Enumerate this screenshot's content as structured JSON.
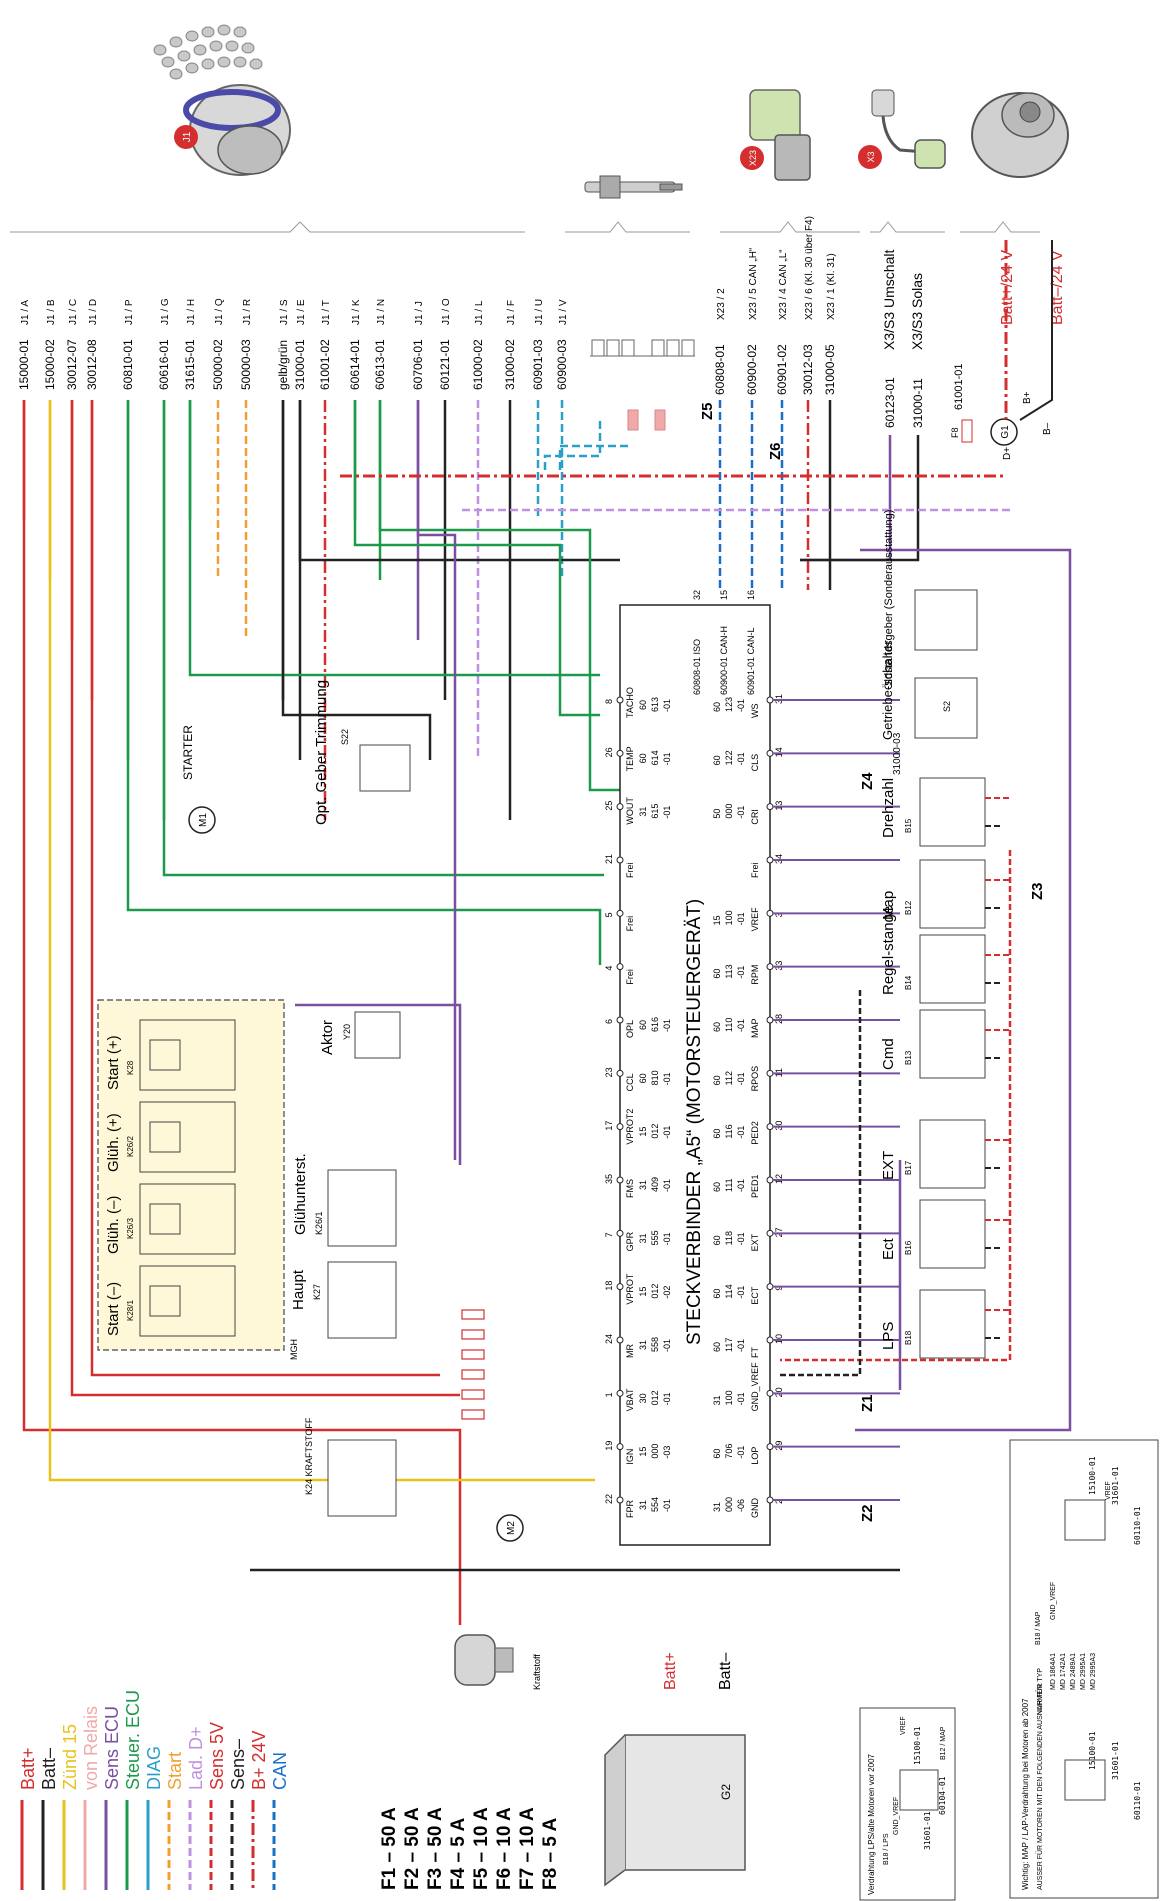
{
  "colors": {
    "batt_plus": "#d42e2e",
    "batt_minus": "#222222",
    "zund15": "#e8c21a",
    "von_relais": "#f0a8a8",
    "sens_ecu": "#7a4fa0",
    "steuer_ecu": "#1c9a4c",
    "diag": "#2aa0c8",
    "start": "#f0a030",
    "lad_d": "#c090e0",
    "sens5v": "#d42e2e",
    "sens_minus": "#222222",
    "b24": "#d42e2e",
    "can": "#1a70c8"
  },
  "legend": [
    {
      "label": "Batt+",
      "color": "batt_plus",
      "dash": "solid"
    },
    {
      "label": "Batt–",
      "color": "batt_minus",
      "dash": "solid"
    },
    {
      "label": "Zünd 15",
      "color": "zund15",
      "dash": "solid"
    },
    {
      "label": "von Relais",
      "color": "von_relais",
      "dash": "solid"
    },
    {
      "label": "Sens ECU",
      "color": "sens_ecu",
      "dash": "solid"
    },
    {
      "label": "Steuer. ECU",
      "color": "steuer_ecu",
      "dash": "solid"
    },
    {
      "label": "DIAG",
      "color": "diag",
      "dash": "solid"
    },
    {
      "label": "Start",
      "color": "start",
      "dash": "dash"
    },
    {
      "label": "Lad. D+",
      "color": "lad_d",
      "dash": "dash"
    },
    {
      "label": "Sens 5V",
      "color": "sens5v",
      "dash": "dash"
    },
    {
      "label": "Sens–",
      "color": "sens_minus",
      "dash": "dash"
    },
    {
      "label": "B+ 24V",
      "color": "b24",
      "dash": "dashdot"
    },
    {
      "label": "CAN",
      "color": "can",
      "dash": "dash"
    }
  ],
  "fuses": [
    "F1 – 50 A",
    "F2 – 50 A",
    "F3 – 50 A",
    "F4 – 5 A",
    "F5 – 10 A",
    "F6 – 10 A",
    "F7 – 10 A",
    "F8 – 5 A"
  ],
  "wires": [
    {
      "code": "15000-01",
      "pin": "J1 / A",
      "color": "batt_plus"
    },
    {
      "code": "15000-02",
      "pin": "J1 / B",
      "color": "zund15"
    },
    {
      "code": "30012-07",
      "pin": "J1 / C",
      "color": "batt_plus"
    },
    {
      "code": "30012-08",
      "pin": "J1 / D",
      "color": "batt_plus"
    },
    {
      "code": "60810-01",
      "pin": "J1 / P",
      "color": "steuer_ecu"
    },
    {
      "code": "60616-01",
      "pin": "J1 / G",
      "color": "steuer_ecu"
    },
    {
      "code": "31615-01",
      "pin": "J1 / H",
      "color": "steuer_ecu"
    },
    {
      "code": "50000-02",
      "pin": "J1 / Q",
      "color": "start"
    },
    {
      "code": "50000-03",
      "pin": "J1 / R",
      "color": "start"
    },
    {
      "code": "gelb/grün",
      "pin": "J1 / S",
      "color": "batt_minus"
    },
    {
      "code": "31000-01",
      "pin": "J1 / E",
      "color": "batt_minus"
    },
    {
      "code": "61001-02",
      "pin": "J1 / T",
      "color": "b24"
    },
    {
      "code": "60614-01",
      "pin": "J1 / K",
      "color": "steuer_ecu"
    },
    {
      "code": "60613-01",
      "pin": "J1 / N",
      "color": "steuer_ecu"
    },
    {
      "code": "60706-01",
      "pin": "J1 / J",
      "color": "sens_ecu"
    },
    {
      "code": "60121-01",
      "pin": "J1 / O",
      "color": "batt_minus"
    },
    {
      "code": "61000-02",
      "pin": "J1 / L",
      "color": "lad_d"
    },
    {
      "code": "31000-02",
      "pin": "J1 / F",
      "color": "batt_minus"
    },
    {
      "code": "60901-03",
      "pin": "J1 / U",
      "color": "diag"
    },
    {
      "code": "60900-03",
      "pin": "J1 / V",
      "color": "diag"
    }
  ],
  "x23": [
    {
      "code": "60808-01",
      "pin": "X23 / 2",
      "color": "can"
    },
    {
      "code": "60900-02",
      "pin": "X23 / 5 CAN „H“",
      "color": "can"
    },
    {
      "code": "60901-02",
      "pin": "X23 / 4 CAN „L“",
      "color": "can"
    },
    {
      "code": "30012-03",
      "pin": "X23 / 6 (Kl. 30 über F4)",
      "color": "b24"
    },
    {
      "code": "31000-05",
      "pin": "X23 / 1 (Kl. 31)",
      "color": "batt_minus"
    }
  ],
  "x3": [
    {
      "code": "60123-01",
      "pin": "X3/S3 Umschalt",
      "color": "sens_ecu"
    },
    {
      "code": "31000-11",
      "pin": "X3/S3 Solas",
      "color": "batt_minus"
    }
  ],
  "gen": {
    "code": "61001-01",
    "plus": "Batt+/24 V",
    "minus": "Batt–/24 V",
    "fuse": "F8",
    "g1": "G1",
    "dplus": "D+",
    "bplus": "B+",
    "bminus": "B–"
  },
  "components": {
    "j1": "J1",
    "x23": "X23",
    "x3": "X3",
    "starter": "STARTER",
    "m1": "M1",
    "m2": "M2",
    "g2": "G2",
    "kraftstoff": "Kraftstoff",
    "geber": "Opt. Geber Trimmung",
    "geber_id": "S22",
    "aktor": "Aktor",
    "aktor_id": "Y20",
    "k24": "K24 KRAFTSTOFF",
    "k27": "Haupt",
    "k27_id": "K27",
    "k26": "Glühunterst.",
    "k26_id": "K26/1",
    "mgh": "MGH",
    "batt_plus_bottom": "Batt+",
    "batt_minus_bottom": "Batt–",
    "oil": "Öldstandsgeber (Sonderausstattung)",
    "gear": "Getriebe-schalter",
    "gear_id": "S2",
    "z_labels": [
      "Z1",
      "Z2",
      "Z3",
      "Z4",
      "Z5",
      "Z6"
    ]
  },
  "relay_box": [
    {
      "name": "Start (+)",
      "id": "K28"
    },
    {
      "name": "Glüh. (+)",
      "id": "K26/2"
    },
    {
      "name": "Glüh. (–)",
      "id": "K26/3"
    },
    {
      "name": "Start (–)",
      "id": "K28/1"
    }
  ],
  "ecu": {
    "title": "STECKVERBINDER „A5“ (MOTORSTEUERGERÄT)",
    "top_pins": [
      {
        "pin": "8",
        "name": "TACHO",
        "v1": "60",
        "v2": "613",
        "v3": "-01"
      },
      {
        "pin": "26",
        "name": "TEMP",
        "v1": "60",
        "v2": "614",
        "v3": "-01"
      },
      {
        "pin": "25",
        "name": "WOUT",
        "v1": "31",
        "v2": "615",
        "v3": "-01"
      },
      {
        "pin": "21",
        "name": "Frei",
        "v1": "",
        "v2": "",
        "v3": ""
      },
      {
        "pin": "5",
        "name": "Frei",
        "v1": "",
        "v2": "",
        "v3": ""
      },
      {
        "pin": "4",
        "name": "Frei",
        "v1": "",
        "v2": "",
        "v3": ""
      },
      {
        "pin": "6",
        "name": "OPL",
        "v1": "60",
        "v2": "616",
        "v3": "-01"
      },
      {
        "pin": "23",
        "name": "CCL",
        "v1": "60",
        "v2": "810",
        "v3": "-01"
      },
      {
        "pin": "17",
        "name": "VPROT2",
        "v1": "15",
        "v2": "012",
        "v3": "-01"
      },
      {
        "pin": "35",
        "name": "FMS",
        "v1": "31",
        "v2": "409",
        "v3": "-01"
      },
      {
        "pin": "7",
        "name": "GPR",
        "v1": "31",
        "v2": "555",
        "v3": "-01"
      },
      {
        "pin": "18",
        "name": "VPROT",
        "v1": "15",
        "v2": "012",
        "v3": "-02"
      },
      {
        "pin": "24",
        "name": "MR",
        "v1": "31",
        "v2": "558",
        "v3": "-01"
      },
      {
        "pin": "1",
        "name": "VBAT",
        "v1": "30",
        "v2": "012",
        "v3": "-01"
      },
      {
        "pin": "19",
        "name": "IGN",
        "v1": "15",
        "v2": "000",
        "v3": "-03"
      },
      {
        "pin": "22",
        "name": "FPR",
        "v1": "31",
        "v2": "554",
        "v3": "-01"
      }
    ],
    "bottom_pins": [
      {
        "pin": "31",
        "name": "WS",
        "v1": "60",
        "v2": "123",
        "v3": "-01"
      },
      {
        "pin": "14",
        "name": "CLS",
        "v1": "60",
        "v2": "122",
        "v3": "-01"
      },
      {
        "pin": "13",
        "name": "CRI",
        "v1": "50",
        "v2": "000",
        "v3": "-01"
      },
      {
        "pin": "34",
        "name": "Frei",
        "v1": "",
        "v2": "",
        "v3": ""
      },
      {
        "pin": "3",
        "name": "VREF",
        "v1": "15",
        "v2": "100",
        "v3": "-01"
      },
      {
        "pin": "33",
        "name": "RPM",
        "v1": "60",
        "v2": "113",
        "v3": "-01"
      },
      {
        "pin": "28",
        "name": "MAP",
        "v1": "60",
        "v2": "110",
        "v3": "-01"
      },
      {
        "pin": "11",
        "name": "RPOS",
        "v1": "60",
        "v2": "112",
        "v3": "-01"
      },
      {
        "pin": "30",
        "name": "PED2",
        "v1": "60",
        "v2": "116",
        "v3": "-01"
      },
      {
        "pin": "12",
        "name": "PED1",
        "v1": "60",
        "v2": "111",
        "v3": "-01"
      },
      {
        "pin": "27",
        "name": "EXT",
        "v1": "60",
        "v2": "118",
        "v3": "-01"
      },
      {
        "pin": "9",
        "name": "ECT",
        "v1": "60",
        "v2": "114",
        "v3": "-01"
      },
      {
        "pin": "10",
        "name": "FT",
        "v1": "60",
        "v2": "117",
        "v3": "-01"
      },
      {
        "pin": "20",
        "name": "GND_VREF",
        "v1": "31",
        "v2": "100",
        "v3": "-01"
      },
      {
        "pin": "29",
        "name": "LOP",
        "v1": "60",
        "v2": "706",
        "v3": "-01"
      },
      {
        "pin": "2",
        "name": "GND",
        "v1": "31",
        "v2": "000",
        "v3": "-06"
      }
    ],
    "can_top": [
      {
        "pin": "32",
        "label": "60808-01 ISO"
      },
      {
        "pin": "15",
        "label": "60900-01 CAN-H"
      },
      {
        "pin": "16",
        "label": "60901-01 CAN-L"
      }
    ]
  },
  "sensors": [
    {
      "name": "Drehzahl",
      "id": "B15"
    },
    {
      "name": "Map",
      "id": "B12"
    },
    {
      "name": "Regel-stange",
      "id": "B14"
    },
    {
      "name": "Cmd",
      "id": "B13"
    },
    {
      "name": "EXT",
      "id": "B17"
    },
    {
      "name": "Ect",
      "id": "B16"
    },
    {
      "name": "LPS",
      "id": "B18"
    }
  ],
  "wire_31000_03": "31000-03",
  "insets": {
    "a_title": "Verdrahtung LPS/alte Motoren vor 2007",
    "a_codes": [
      "60104-01",
      "31601-01",
      "15100-01"
    ],
    "a_labels": [
      "B18 / LPS",
      "B12 / MAP",
      "GND_VREF",
      "VREF"
    ],
    "b_title": "Wichtig: MAP / LAP-Verdrahtung bei Motoren ab 2007",
    "b_ausser": "AUSSER FÜR MOTOREN MIT DEN FOLGENDEN AUSNAHMEN:",
    "b_nur": "NUR FÜR TYP",
    "b_models": [
      "MD 1864A1",
      "MD 1742A1",
      "MD 2489A1",
      "MD 2995A1",
      "MD 2995A3"
    ],
    "b_codes": [
      "60110-01",
      "31601-01",
      "15100-01",
      "60110-01",
      "31601-01",
      "15100-01"
    ],
    "b_labels": [
      "B18 / MAP",
      "GND_VREF",
      "VREF"
    ]
  }
}
